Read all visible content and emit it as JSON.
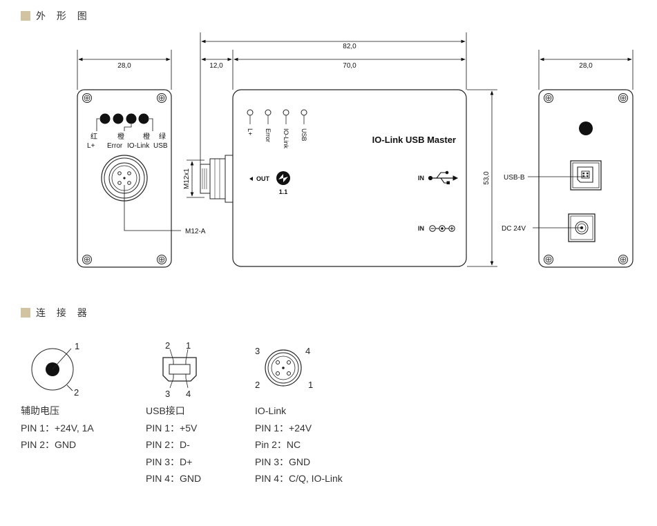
{
  "sections": {
    "outline": "外 形 图",
    "connectors": "连 接 器"
  },
  "dimensions": {
    "left_width": "28,0",
    "total_length": "82,0",
    "connector_length": "12,0",
    "body_length": "70,0",
    "right_width": "28,0",
    "height": "53,0",
    "thread": "M12x1"
  },
  "front_panel": {
    "led_colors": [
      "红",
      "橙",
      "橙",
      "绿"
    ],
    "led_labels": [
      "L+",
      "Error",
      "IO-Link",
      "USB"
    ],
    "connector_callout": "M12-A"
  },
  "top_view": {
    "leds": [
      "L+",
      "Error",
      "IO-Link",
      "USB"
    ],
    "title": "IO-Link USB Master",
    "out_label": "OUT",
    "port_version": "1.1",
    "in_usb_label": "IN",
    "in_power_label": "IN"
  },
  "back_panel": {
    "usb_callout": "USB-B",
    "dc_callout": "DC 24V"
  },
  "connectors": {
    "aux_power": {
      "pins_drawn": [
        "1",
        "2"
      ],
      "title": "辅助电压",
      "lines": [
        "PIN 1：+24V,  1A",
        "PIN 2：GND"
      ]
    },
    "usb": {
      "pins_drawn": [
        "2",
        "1",
        "3",
        "4"
      ],
      "title": "USB接口",
      "lines": [
        "PIN 1：+5V",
        "PIN 2：D-",
        "PIN 3：D+",
        "PIN 4：GND"
      ]
    },
    "iolink": {
      "pins_drawn": [
        "3",
        "4",
        "2",
        "1"
      ],
      "title": "IO-Link",
      "lines": [
        "PIN 1：+24V",
        "Pin 2：NC",
        "PIN 3：GND",
        "PIN 4：C/Q,  IO-Link"
      ]
    }
  }
}
